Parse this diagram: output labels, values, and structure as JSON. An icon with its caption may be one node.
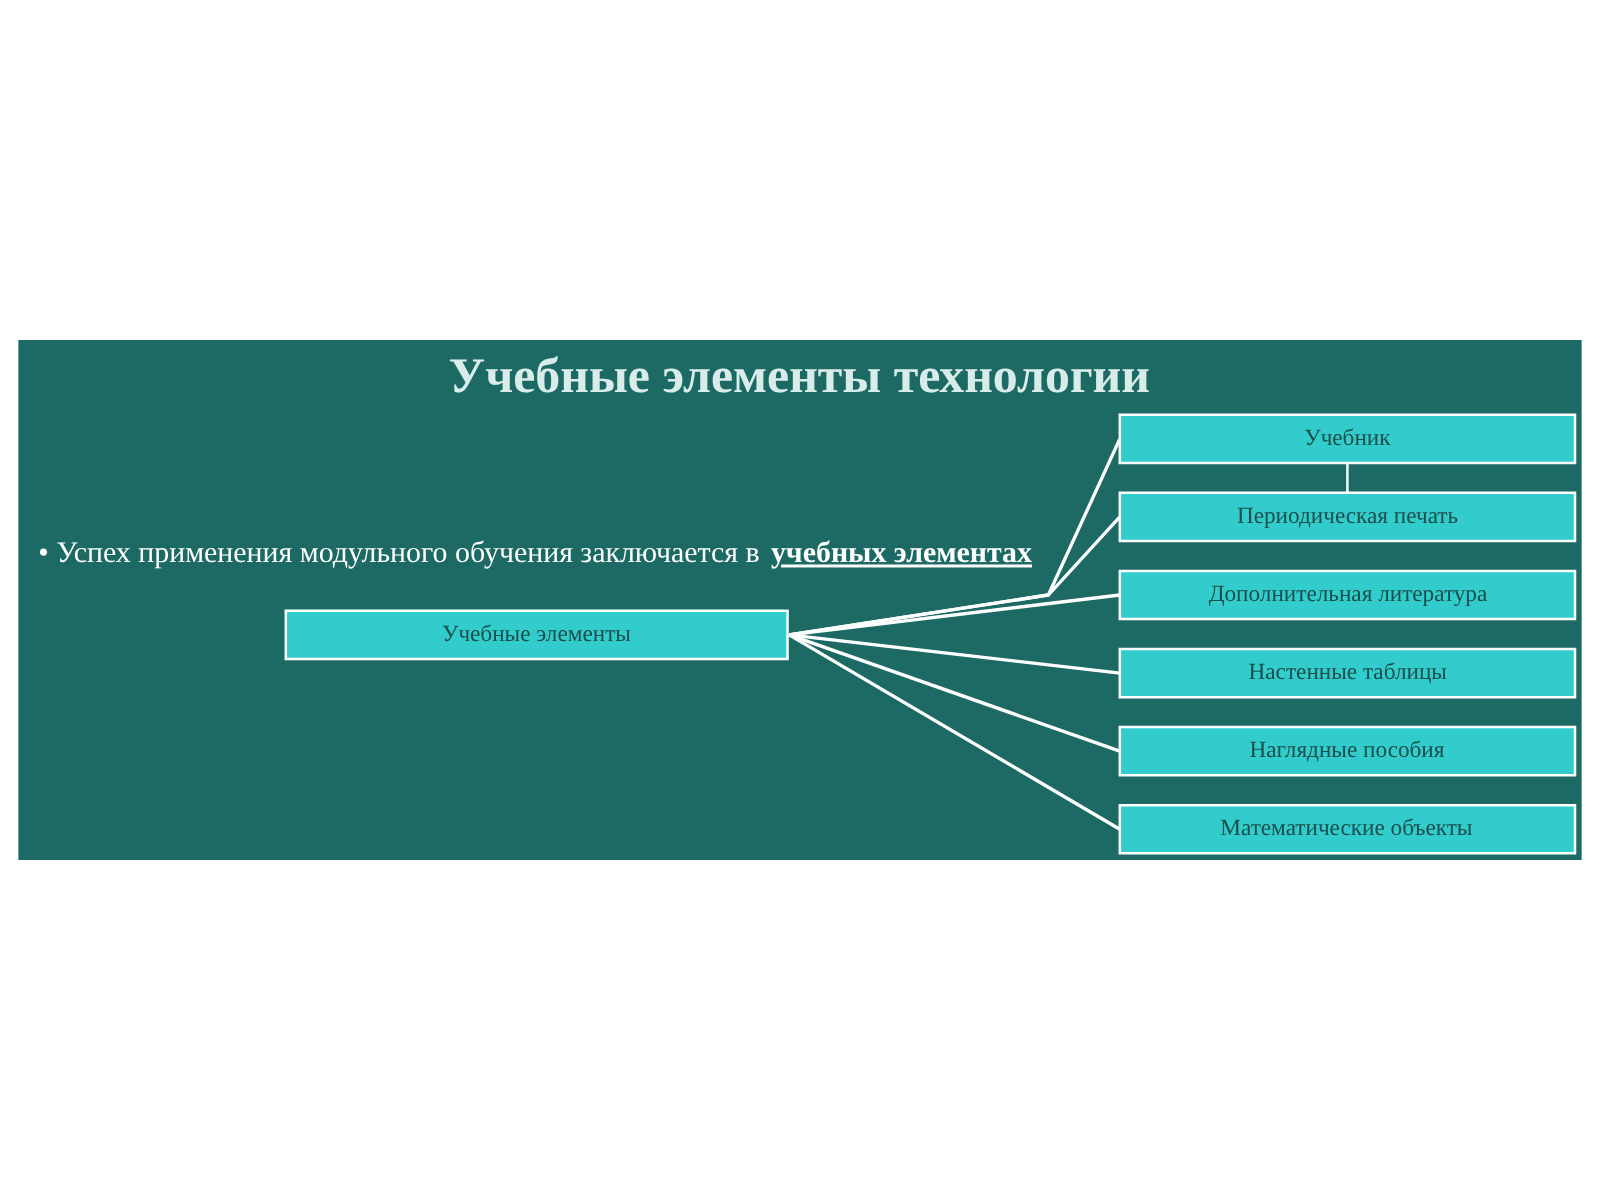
{
  "diagram": {
    "title": "Учебные элементы технологии",
    "nodes": [
      {
        "text": [
          "Учебные элементы"
        ]
      },
      {
        "text": [
          "Учебник"
        ]
      },
      {
        "text": [
          "Периодическая печать"
        ]
      },
      {
        "text": [
          "Дополнительная литература"
        ]
      },
      {
        "text": [
          "Настенные таблицы"
        ]
      },
      {
        "text": [
          "Наглядные пособия"
        ]
      },
      {
        "text": [
          "Математические объекты"
        ]
      }
    ],
    "edges": [
      {
        "from": 0,
        "to": 1,
        "arrow": "none"
      },
      {
        "from": 0,
        "to": 2,
        "arrow": "none"
      },
      {
        "from": 0,
        "to": 3,
        "arrow": "none"
      },
      {
        "from": 0,
        "to": 4,
        "arrow": "none"
      },
      {
        "from": 0,
        "to": 5,
        "arrow": "none"
      },
      {
        "from": 0,
        "to": 6,
        "arrow": "none"
      },
      {
        "from": 1,
        "to": 2,
        "arrow": "none"
      }
    ],
    "labels": [
      "• Успех применения модульного обучения заключается в **учебных элементах**"
    ]
  }
}
